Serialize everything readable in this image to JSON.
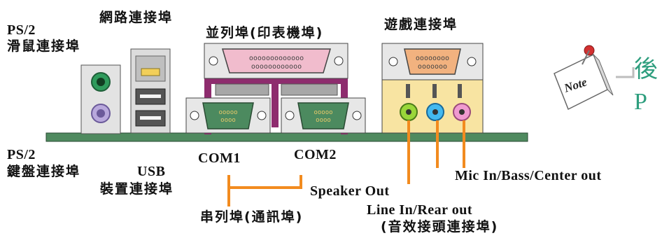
{
  "labels": {
    "ps2_mouse_en": "PS/2",
    "ps2_mouse_zh": "滑鼠連接埠",
    "network": "網路連接埠",
    "parallel": "並列埠(印表機埠)",
    "game": "遊戲連接埠",
    "ps2_kbd_en": "PS/2",
    "ps2_kbd_zh": "鍵盤連接埠",
    "usb_en": "USB",
    "usb_zh": "裝置連接埠",
    "com1": "COM1",
    "com2": "COM2",
    "serial": "串列埠(通訊埠)",
    "speaker": "Speaker Out",
    "mic": "Mic In/Bass/Center out",
    "linein": "Line In/Rear out",
    "audio": "(音效接頭連接埠)"
  },
  "note": {
    "badge": "Note",
    "line1": "後",
    "line2": "P"
  },
  "colors": {
    "board": "#4f8a5f",
    "parallel_port": "#f1bccd",
    "game_port": "#f2b27f",
    "serial_port": "#4c8a5f",
    "bracket": "#8e2c6e",
    "leader": "#f28b1f",
    "audio_green": "#9ad63a",
    "audio_blue": "#43b9f0",
    "audio_pink": "#f09ad0",
    "note_text": "#2e9e7e"
  }
}
